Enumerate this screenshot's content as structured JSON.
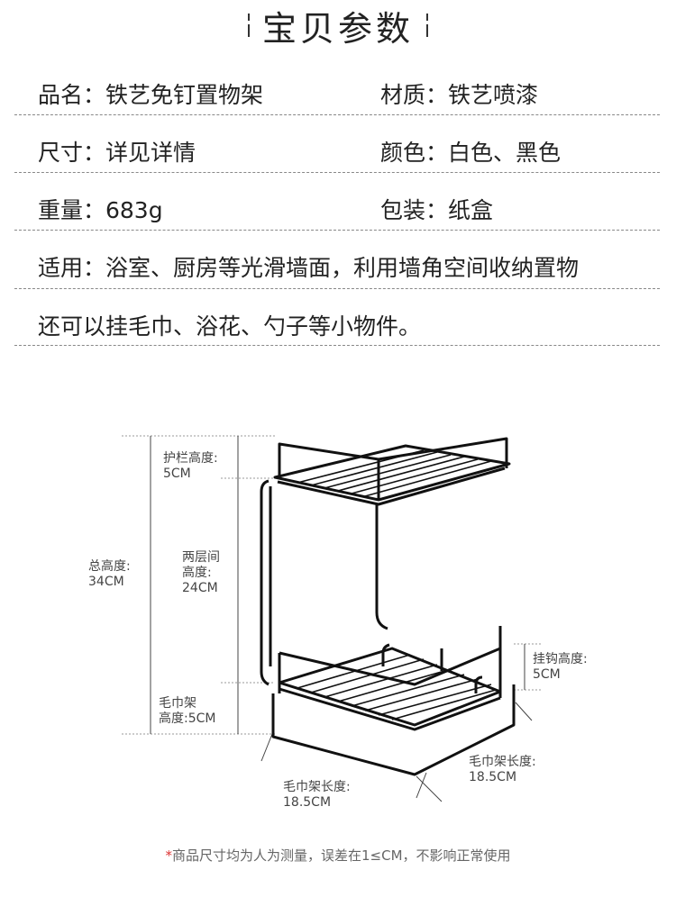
{
  "title": "宝贝参数",
  "specs": [
    {
      "left": "品名：铁艺免钉置物架",
      "right": "材质：铁艺喷漆"
    },
    {
      "left": "尺寸：详见详情",
      "right": "颜色：白色、黑色"
    },
    {
      "left": "重量：683g",
      "right": "包装：纸盒"
    },
    {
      "left": "适用：浴室、厨房等光滑墙面，利用墙角空间收纳置物",
      "right": ""
    },
    {
      "left": "还可以挂毛巾、浴花、勺子等小物件。",
      "right": ""
    }
  ],
  "dimensions": {
    "guardrail_height": {
      "label": "护栏高度:",
      "value": "5CM"
    },
    "total_height": {
      "label": "总高度:",
      "value": "34CM"
    },
    "layer_gap": {
      "line1": "两层间",
      "line2": "高度:",
      "value": "24CM"
    },
    "towel_rack_height": {
      "label": "毛巾架",
      "label2": "高度:",
      "value": "5CM"
    },
    "hook_height": {
      "label": "挂钩高度:",
      "value": "5CM"
    },
    "towel_length_right": {
      "label": "毛巾架长度:",
      "value": "18.5CM"
    },
    "towel_length_left": {
      "label": "毛巾架长度:",
      "value": "18.5CM"
    }
  },
  "footnote": {
    "star": "*",
    "text": "商品尺寸均为人为测量，误差在1≤CM，不影响正常使用"
  }
}
